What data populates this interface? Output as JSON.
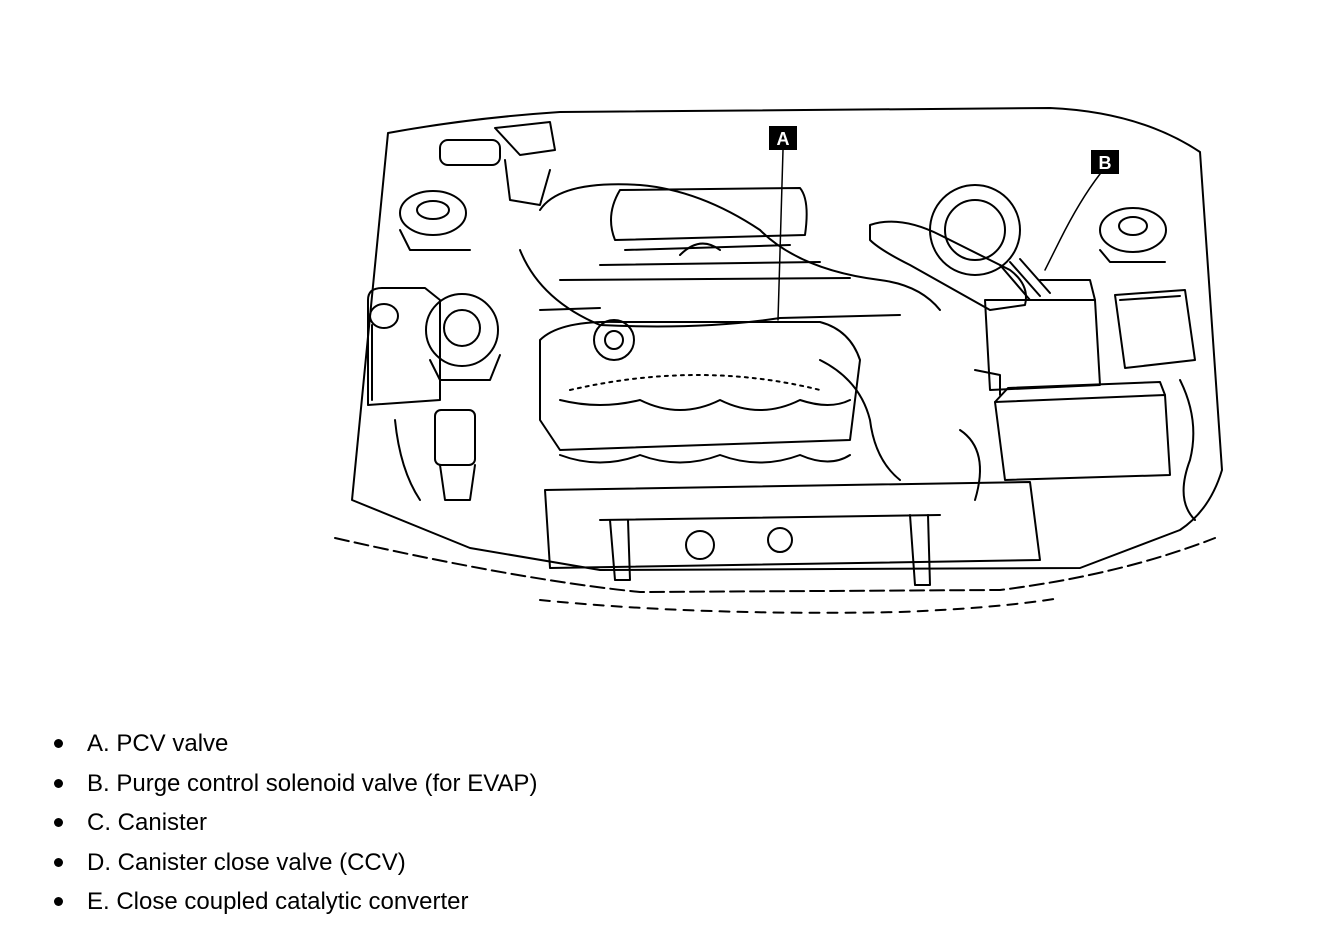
{
  "diagram": {
    "callouts": [
      {
        "letter": "A"
      },
      {
        "letter": "B"
      }
    ]
  },
  "legend": {
    "items": [
      {
        "text": "A. PCV valve"
      },
      {
        "text": "B. Purge control solenoid valve (for EVAP)"
      },
      {
        "text": "C. Canister"
      },
      {
        "text": "D. Canister close valve (CCV)"
      },
      {
        "text": "E. Close coupled catalytic converter"
      }
    ]
  },
  "colors": {
    "ink": "#000000",
    "paper": "#ffffff"
  }
}
